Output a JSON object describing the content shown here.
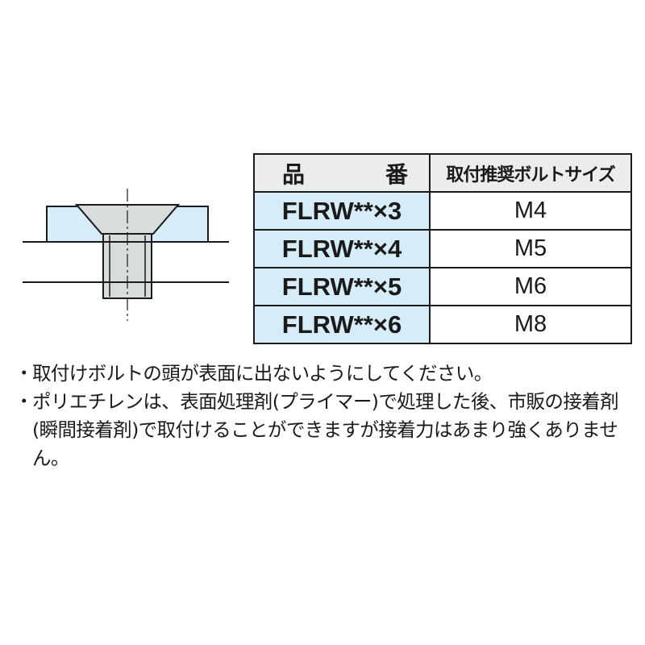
{
  "table": {
    "header": {
      "part_number_chars": [
        "品",
        "番"
      ],
      "recommended_bolt_size": "取付推奨ボルトサイズ"
    },
    "rows": [
      {
        "part_number": "FLRW**×3",
        "bolt_size": "M4"
      },
      {
        "part_number": "FLRW**×4",
        "bolt_size": "M5"
      },
      {
        "part_number": "FLRW**×5",
        "bolt_size": "M6"
      },
      {
        "part_number": "FLRW**×6",
        "bolt_size": "M8"
      }
    ]
  },
  "notes": {
    "bullet_symbol": "・",
    "items": [
      "取付けボルトの頭が表面に出ないようにしてください。",
      "ポリエチレンは、表面処理剤(プライマー)で処理した後、市販の接着剤(瞬間接着剤)で取付けることができますが接着力はあまり強くありません。"
    ]
  },
  "colors": {
    "part_fill": "#d6ecf8",
    "header_fill": "#ececec",
    "bolt_fill": "#d8dcdc",
    "line": "#1a1a1a"
  }
}
